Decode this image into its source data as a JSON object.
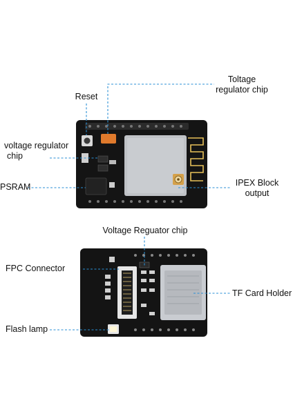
{
  "top_board": {
    "labels": {
      "reset": "Reset",
      "toltage_l1": "Toltage",
      "toltage_l2": "regulator chip",
      "vreg_l1": "voltage regulator",
      "vreg_l2": "chip",
      "psram": "PSRAM",
      "ipex_l1": "IPEX Block",
      "ipex_l2": "output"
    }
  },
  "bottom_board": {
    "labels": {
      "vreg_chip": "Voltage Reguator chip",
      "fpc": "FPC Connector",
      "tf": "TF Card Holder",
      "flash": "Flash lamp"
    }
  },
  "colors": {
    "pcb": "#141414",
    "callout": "#2a8fd6",
    "module": "#bfc2c6",
    "antenna": "#e8c25a",
    "card_holder": "#c9ccd1",
    "led": "#ffffff"
  }
}
